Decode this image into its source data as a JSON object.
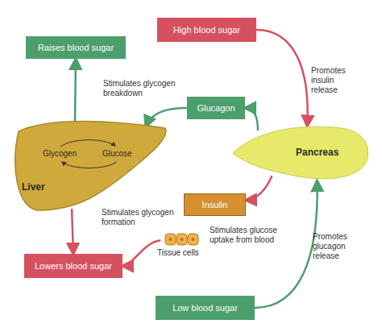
{
  "diagram": {
    "nodes": [
      {
        "text": [
          "Raises blood sugar"
        ]
      },
      {
        "text": [
          "High blood sugar"
        ]
      },
      {
        "text": [
          "Glucagon"
        ]
      },
      {
        "text": [
          "Glycogen",
          "Glucose",
          "Liver"
        ]
      },
      {
        "text": [
          "Pancreas"
        ]
      },
      {
        "text": [
          "Insulin"
        ]
      },
      {
        "text": [
          "Tissue cells"
        ]
      },
      {
        "text": [
          "Lowers blood sugar"
        ]
      },
      {
        "text": [
          "Low blood sugar"
        ]
      }
    ],
    "edges": [
      {
        "from": 1,
        "to": 4,
        "label": "Promotes insulin release",
        "arrow": "to"
      },
      {
        "from": 8,
        "to": 4,
        "label": "Promotes glucagon release",
        "arrow": "to"
      },
      {
        "from": 4,
        "to": 2,
        "arrow": "to"
      },
      {
        "from": 2,
        "to": 3,
        "label": "Stimulates glycogen breakdown",
        "arrow": "to"
      },
      {
        "from": 3,
        "to": 0,
        "arrow": "to"
      },
      {
        "from": 4,
        "to": 5,
        "arrow": "to"
      },
      {
        "from": 3,
        "to": 7,
        "label": "Stimulates glycogen formation",
        "arrow": "to"
      },
      {
        "from": 6,
        "to": 7,
        "arrow": "to"
      }
    ],
    "labels": [
      "Stimulates glucose uptake from blood"
    ]
  }
}
